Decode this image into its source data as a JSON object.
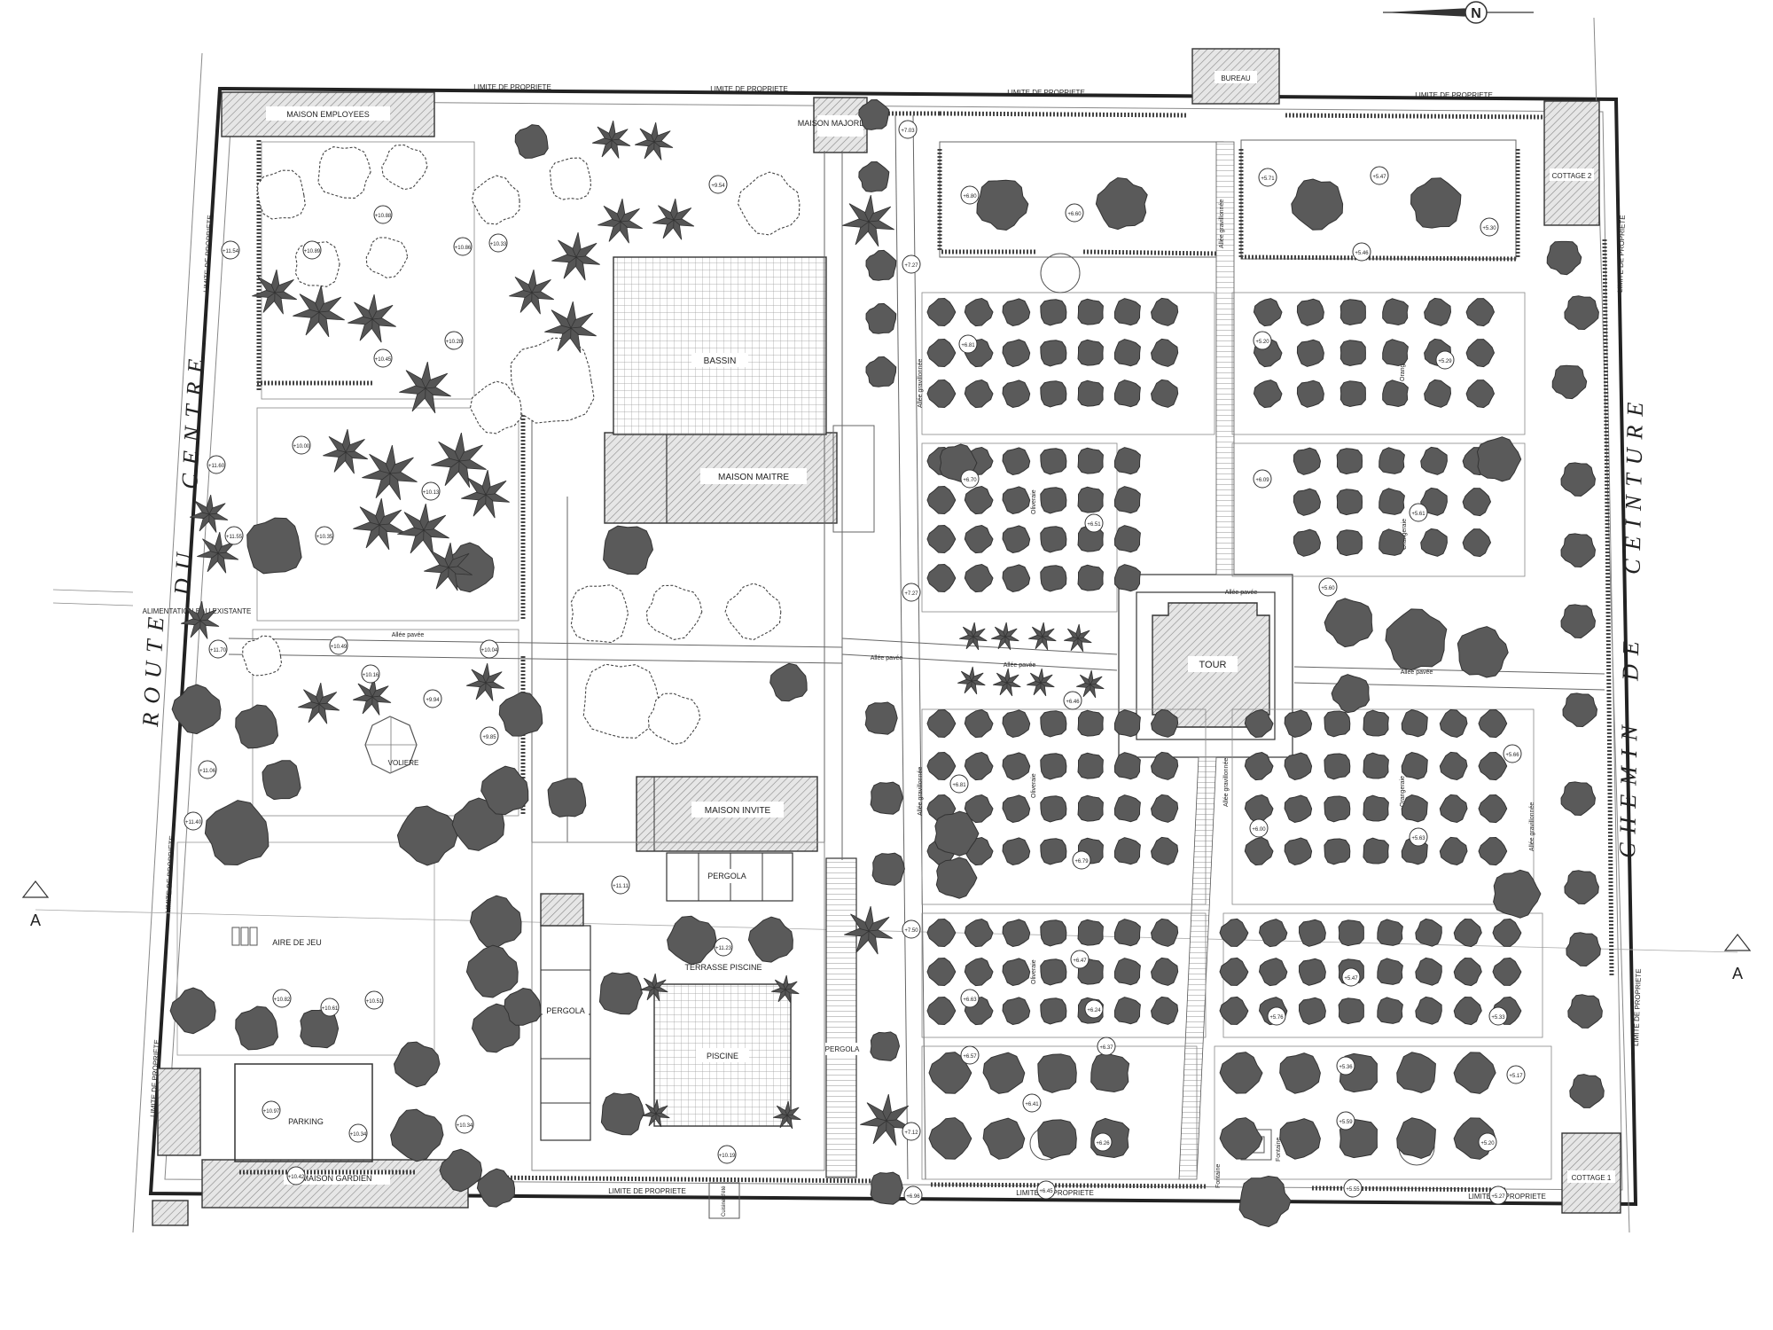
{
  "plan": {
    "north_symbol": "N",
    "section_marker": "A",
    "roads": {
      "west_words": [
        "ROUTE",
        "DU",
        "CENTRE"
      ],
      "east_words": [
        "CHEMIN",
        "DE",
        "CEINTURE"
      ]
    },
    "boundary_label": "LIMITE DE PROPRIETE",
    "buildings": {
      "maison_employees": "MAISON EMPLOYEES",
      "maison_majordome": "MAISON MAJORDOME",
      "bureau": "BUREAU",
      "cottage_2": "COTTAGE 2",
      "cottage_1": "COTTAGE 1",
      "maison_maitre": "MAISON MAITRE",
      "maison_invite": "MAISON INVITE",
      "maison_gardien": "MAISON GARDIEN",
      "tour": "TOUR"
    },
    "areas": {
      "bassin": "BASSIN",
      "voliere": "VOLIERE",
      "alimentation": "ALIMENTATION EAU EXISTANTE",
      "aire_de_jeu": "AIRE DE JEU",
      "parking": "PARKING",
      "pergola": "PERGOLA",
      "terrasse_piscine": "TERRASSE PISCINE",
      "piscine": "PISCINE",
      "cuisine_ete": "Cuisine d'été"
    },
    "paths": {
      "allee_pavee": "Allée pavée",
      "allee_gravillonnee": "Allée gravillonnée",
      "oliveraie": "Oliveraie",
      "orangeraie": "Orangeraie",
      "fontaine": "Fontaine"
    },
    "elevations": {
      "e1": "+11.54",
      "e2": "+10.89",
      "e3": "+10.88",
      "e4": "+10.86",
      "e5": "+10.33",
      "e6": "+9.54",
      "e7": "+10.28",
      "e8": "+10.45",
      "e9": "+11.60",
      "e10": "+10.00",
      "e11": "+10.13",
      "e12": "+11.55",
      "e13": "+10.35",
      "e14": "+11.70",
      "e15": "+10.49",
      "e16": "+10.04",
      "e17": "+10.16",
      "e18": "+9.94",
      "e19": "+9.85",
      "e20": "+11.06",
      "e21": "+11.40",
      "e22": "+11.11",
      "e23": "+10.82",
      "e24": "+10.61",
      "e25": "+10.51",
      "e26": "+10.97",
      "e27": "+10.34",
      "e28": "+10.34",
      "e29": "+10.42",
      "e30": "+11.23",
      "e31": "+10.19",
      "e32": "+7.03",
      "e33": "+6.80",
      "e34": "+6.60",
      "e35": "+5.71",
      "e36": "+5.47",
      "e37": "+5.46",
      "e38": "+5.30",
      "e39": "+7.27",
      "e40": "+6.81",
      "e41": "+5.20",
      "e42": "+5.29",
      "e43": "+6.70",
      "e44": "+6.51",
      "e45": "+6.09",
      "e46": "+5.61",
      "e47": "+7.27",
      "e48": "+6.46",
      "e49": "+5.60",
      "e50": "+6.81",
      "e51": "+5.66",
      "e52": "+6.00",
      "e53": "+5.63",
      "e54": "+6.79",
      "e55": "+7.50",
      "e56": "+6.47",
      "e57": "+5.47",
      "e58": "+6.63",
      "e59": "+6.24",
      "e60": "+5.76",
      "e61": "+5.33",
      "e62": "+6.37",
      "e63": "+6.57",
      "e64": "+5.36",
      "e65": "+5.17",
      "e66": "+6.41",
      "e67": "+5.59",
      "e68": "+7.12",
      "e69": "+6.26",
      "e70": "+5.20",
      "e71": "+6.45",
      "e72": "+5.55",
      "e73": "+5.27",
      "e74": "+6.96"
    }
  }
}
